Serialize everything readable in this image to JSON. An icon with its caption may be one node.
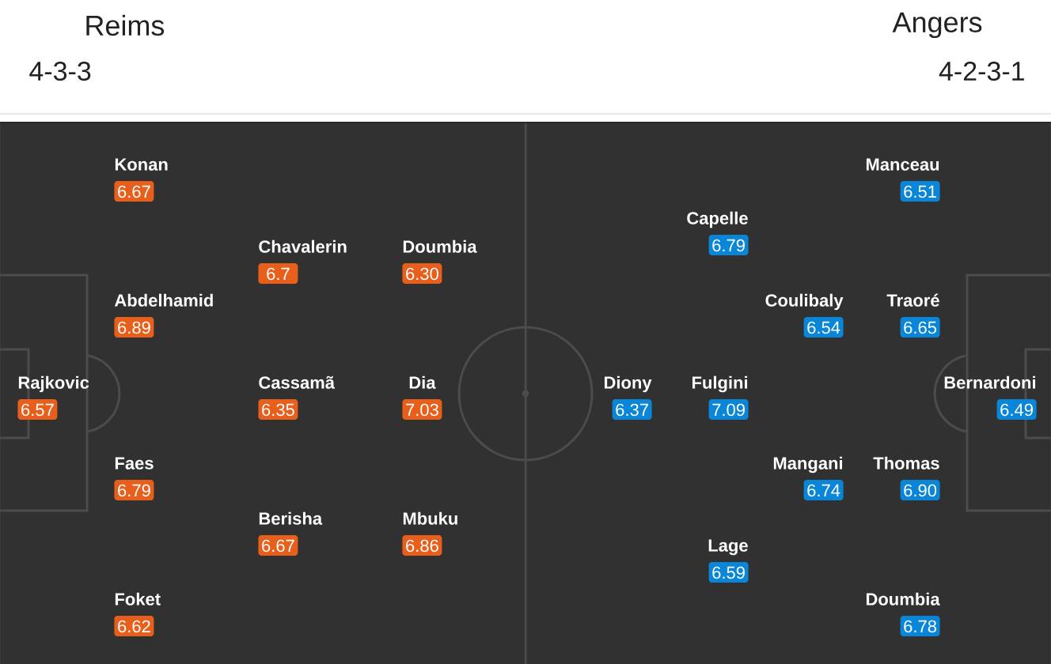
{
  "diagram": {
    "nodes": [
      {
        "text": [
          "Rajkovic",
          "6.57"
        ]
      },
      {
        "text": [
          "Konan",
          "6.67"
        ]
      },
      {
        "text": [
          "Abdelhamid",
          "6.89"
        ]
      },
      {
        "text": [
          "Faes",
          "6.79"
        ]
      },
      {
        "text": [
          "Foket",
          "6.62"
        ]
      },
      {
        "text": [
          "Chavalerin",
          "6.7"
        ]
      },
      {
        "text": [
          "Cassamã",
          "6.35"
        ]
      },
      {
        "text": [
          "Berisha",
          "6.67"
        ]
      },
      {
        "text": [
          "Doumbia",
          "6.30"
        ]
      },
      {
        "text": [
          "Dia",
          "7.03"
        ]
      },
      {
        "text": [
          "Mbuku",
          "6.86"
        ]
      },
      {
        "text": [
          "Bernardoni",
          "6.49"
        ]
      },
      {
        "text": [
          "Manceau",
          "6.51"
        ]
      },
      {
        "text": [
          "Traoré",
          "6.65"
        ]
      },
      {
        "text": [
          "Thomas",
          "6.90"
        ]
      },
      {
        "text": [
          "Doumbia",
          "6.78"
        ]
      },
      {
        "text": [
          "Coulibaly",
          "6.54"
        ]
      },
      {
        "text": [
          "Mangani",
          "6.74"
        ]
      },
      {
        "text": [
          "Capelle",
          "6.79"
        ]
      },
      {
        "text": [
          "Fulgini",
          "7.09"
        ]
      },
      {
        "text": [
          "Lage",
          "6.59"
        ]
      },
      {
        "text": [
          "Diony",
          "6.37"
        ]
      }
    ],
    "labels": [
      "Reims",
      "4-3-3",
      "Angers",
      "4-2-3-1"
    ]
  }
}
